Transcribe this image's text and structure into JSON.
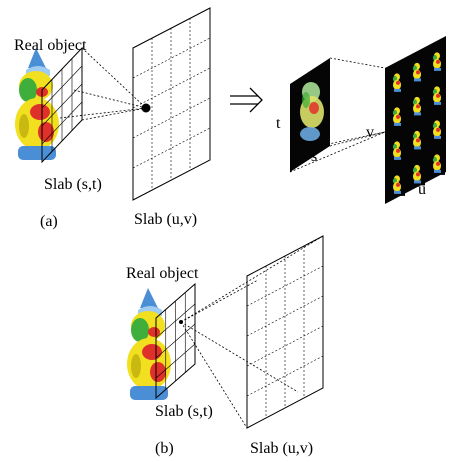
{
  "panel_a": {
    "label_real_object": "Real object",
    "label_slab_st": "Slab (s,t)",
    "label_slab_uv": "Slab (u,v)",
    "caption": "(a)",
    "label_t": "t",
    "label_s": "s",
    "label_v": "v",
    "label_u": "u"
  },
  "panel_b": {
    "label_real_object": "Real object",
    "label_slab_st": "Slab (s,t)",
    "label_slab_uv": "Slab (u,v)",
    "caption": "(b)"
  },
  "arrow_icon": "implies-arrow-icon",
  "colors": {
    "object_yellow": "#f2e020",
    "object_green": "#3fae3a",
    "object_red": "#e0302a",
    "object_blue": "#4a8fd6",
    "lightfield_bg": "#050505"
  }
}
